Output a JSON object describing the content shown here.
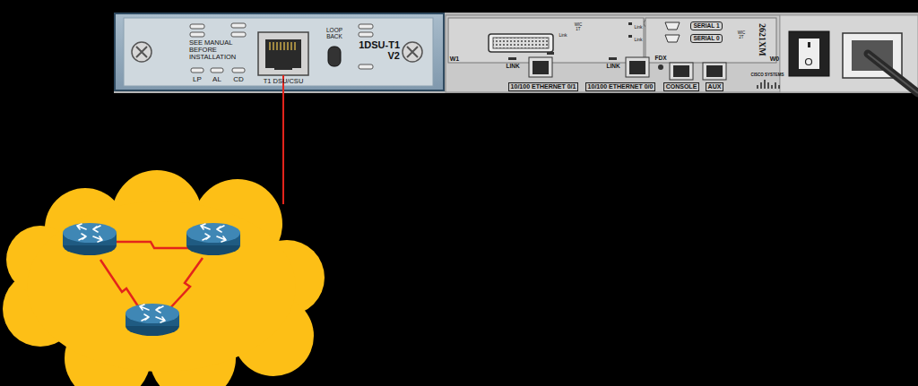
{
  "diagram": {
    "nodes": [
      {
        "text": [
          "SERIAL 1"
        ]
      },
      {
        "text": [
          "SERIAL 0"
        ]
      },
      {
        "text": [
          "10/100 ETHERNET 0/1"
        ]
      },
      {
        "text": [
          "10/100 ETHERNET 0/0"
        ]
      },
      {
        "text": [
          "CONSOLE"
        ]
      },
      {
        "text": [
          "AUX"
        ]
      }
    ],
    "labels": [
      "SEE MANUAL BEFORE INSTALLATION",
      "LP",
      "AL",
      "CD",
      "T1 DSU/CSU",
      "LOOP BACK",
      "1DSU-T1 V2",
      "W1",
      "Link",
      "WIC 1T",
      "LINK",
      "LINK",
      "FDX",
      "Link",
      "Link",
      "WIC 2T",
      "W0",
      "2621XM",
      "CISCO SYSTEMS"
    ]
  }
}
